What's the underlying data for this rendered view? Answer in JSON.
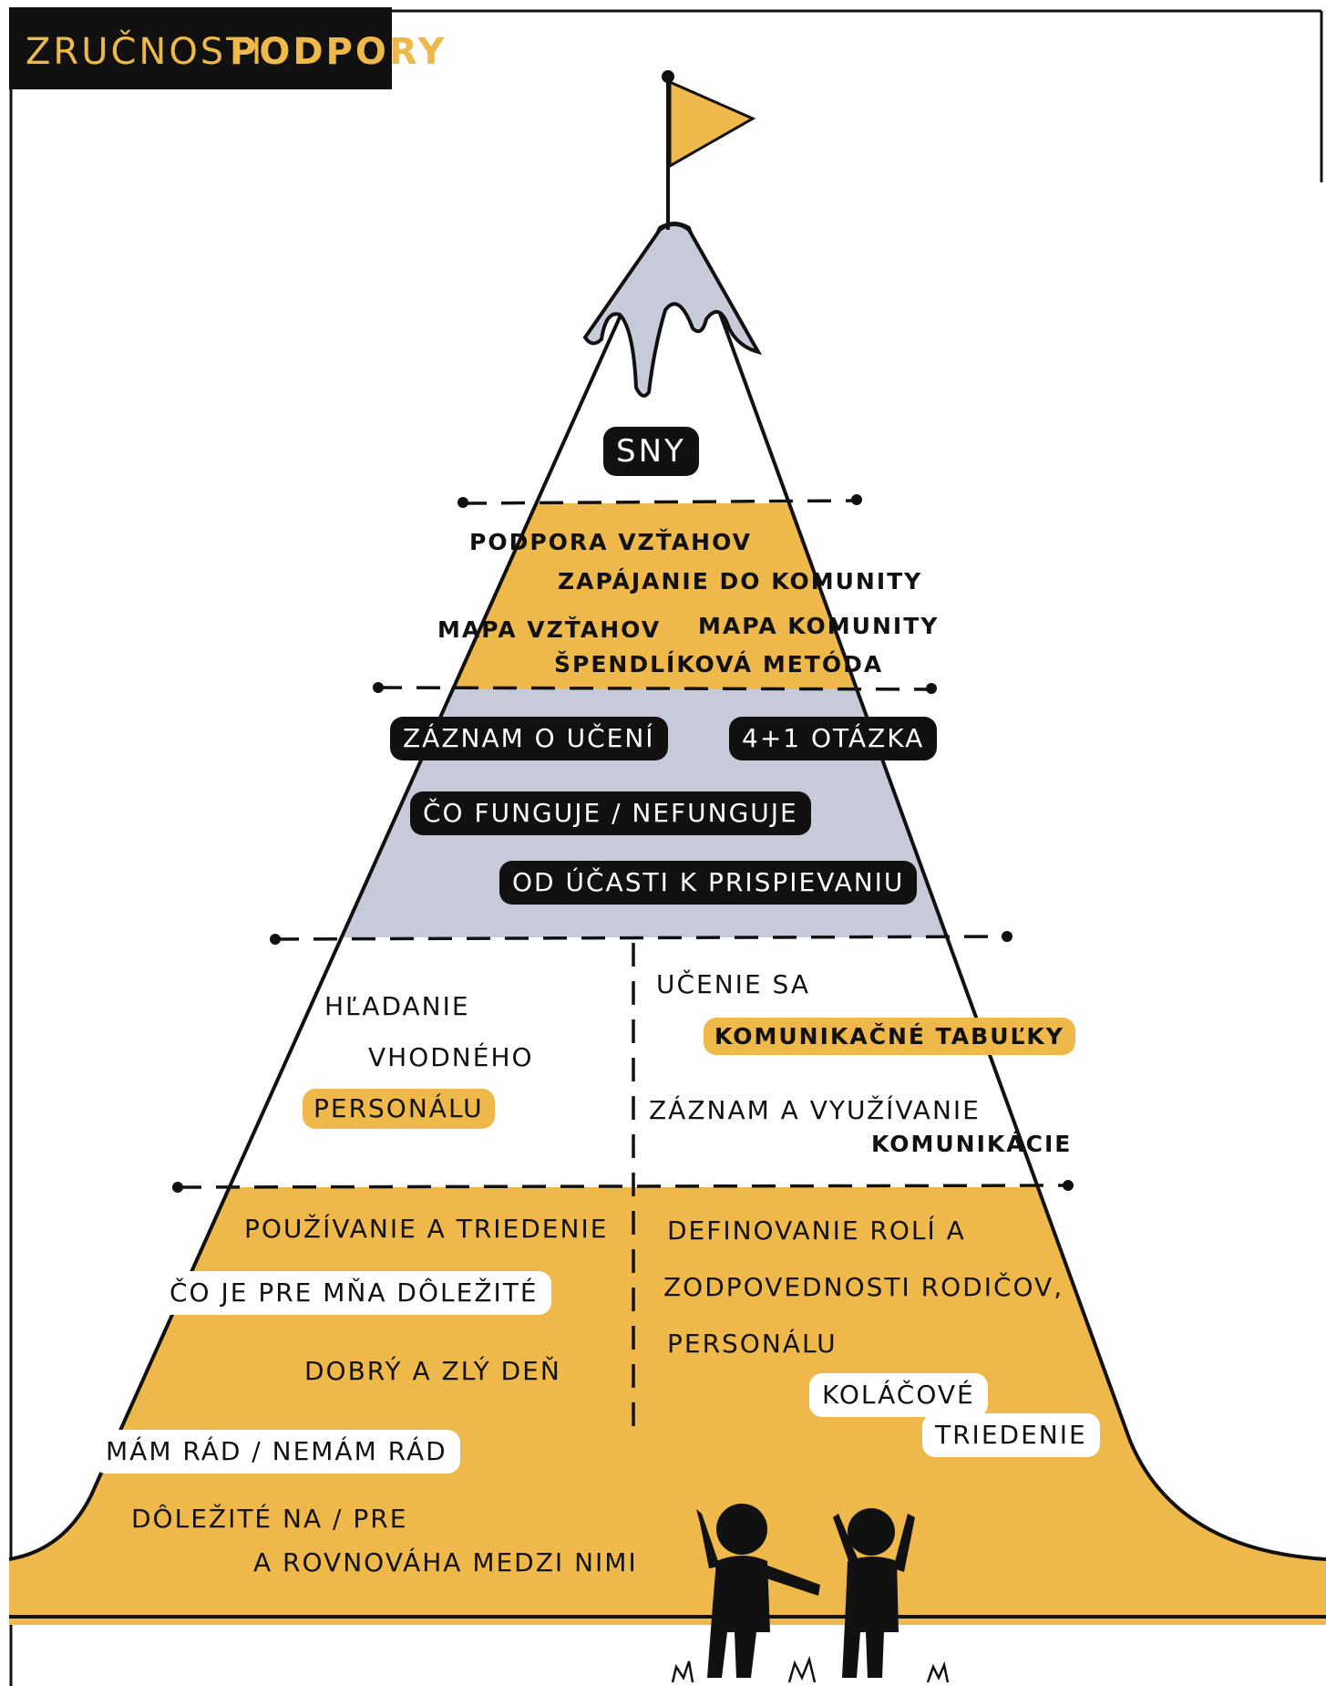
{
  "title": {
    "part1": "ZRUČNOSTI",
    "part2": "PODPORY"
  },
  "colors": {
    "yellow": "#eeb94a",
    "grey": "#c7cad9",
    "black": "#111111"
  },
  "levels": {
    "peak": {
      "label": "SNY"
    },
    "level2": {
      "items": [
        "PODPORA VZŤAHOV",
        "ZAPÁJANIE DO KOMUNITY",
        "MAPA VZŤAHOV",
        "MAPA KOMUNITY",
        "ŠPENDLÍKOVÁ METÓDA"
      ]
    },
    "level3": {
      "items": [
        "ZÁZNAM O UČENÍ",
        "4+1 OTÁZKA",
        "ČO FUNGUJE / NEFUNGUJE",
        "OD ÚČASTI K PRISPIEVANIU"
      ]
    },
    "level4": {
      "left": {
        "line1": "HĽADANIE",
        "line2": "VHODNÉHO",
        "line3": "PERSONÁLU"
      },
      "right": {
        "learn": "UČENIE SA",
        "tables": "KOMUNIKAČNÉ TABUĽKY",
        "record1": "ZÁZNAM A VYUŽÍVANIE",
        "record2": "KOMUNIKÁCIE"
      }
    },
    "level5": {
      "left": {
        "sorting": "POUŽÍVANIE A TRIEDENIE",
        "important": "ČO JE PRE MŇA DÔLEŽITÉ",
        "day": "DOBRÝ A ZLÝ DEŇ",
        "like": "MÁM RÁD / NEMÁM RÁD",
        "balance1": "DÔLEŽITÉ NA / PRE",
        "balance2": "A ROVNOVÁHA MEDZI NIMI"
      },
      "right": {
        "roles1": "DEFINOVANIE ROLÍ A",
        "roles2": "ZODPOVEDNOSTI RODIČOV,",
        "roles3": "PERSONÁLU",
        "pie1": "KOLÁČOVÉ",
        "pie2": "TRIEDENIE"
      }
    }
  },
  "illustration": {
    "flag": "flag-icon",
    "people": "two-people-icon"
  }
}
